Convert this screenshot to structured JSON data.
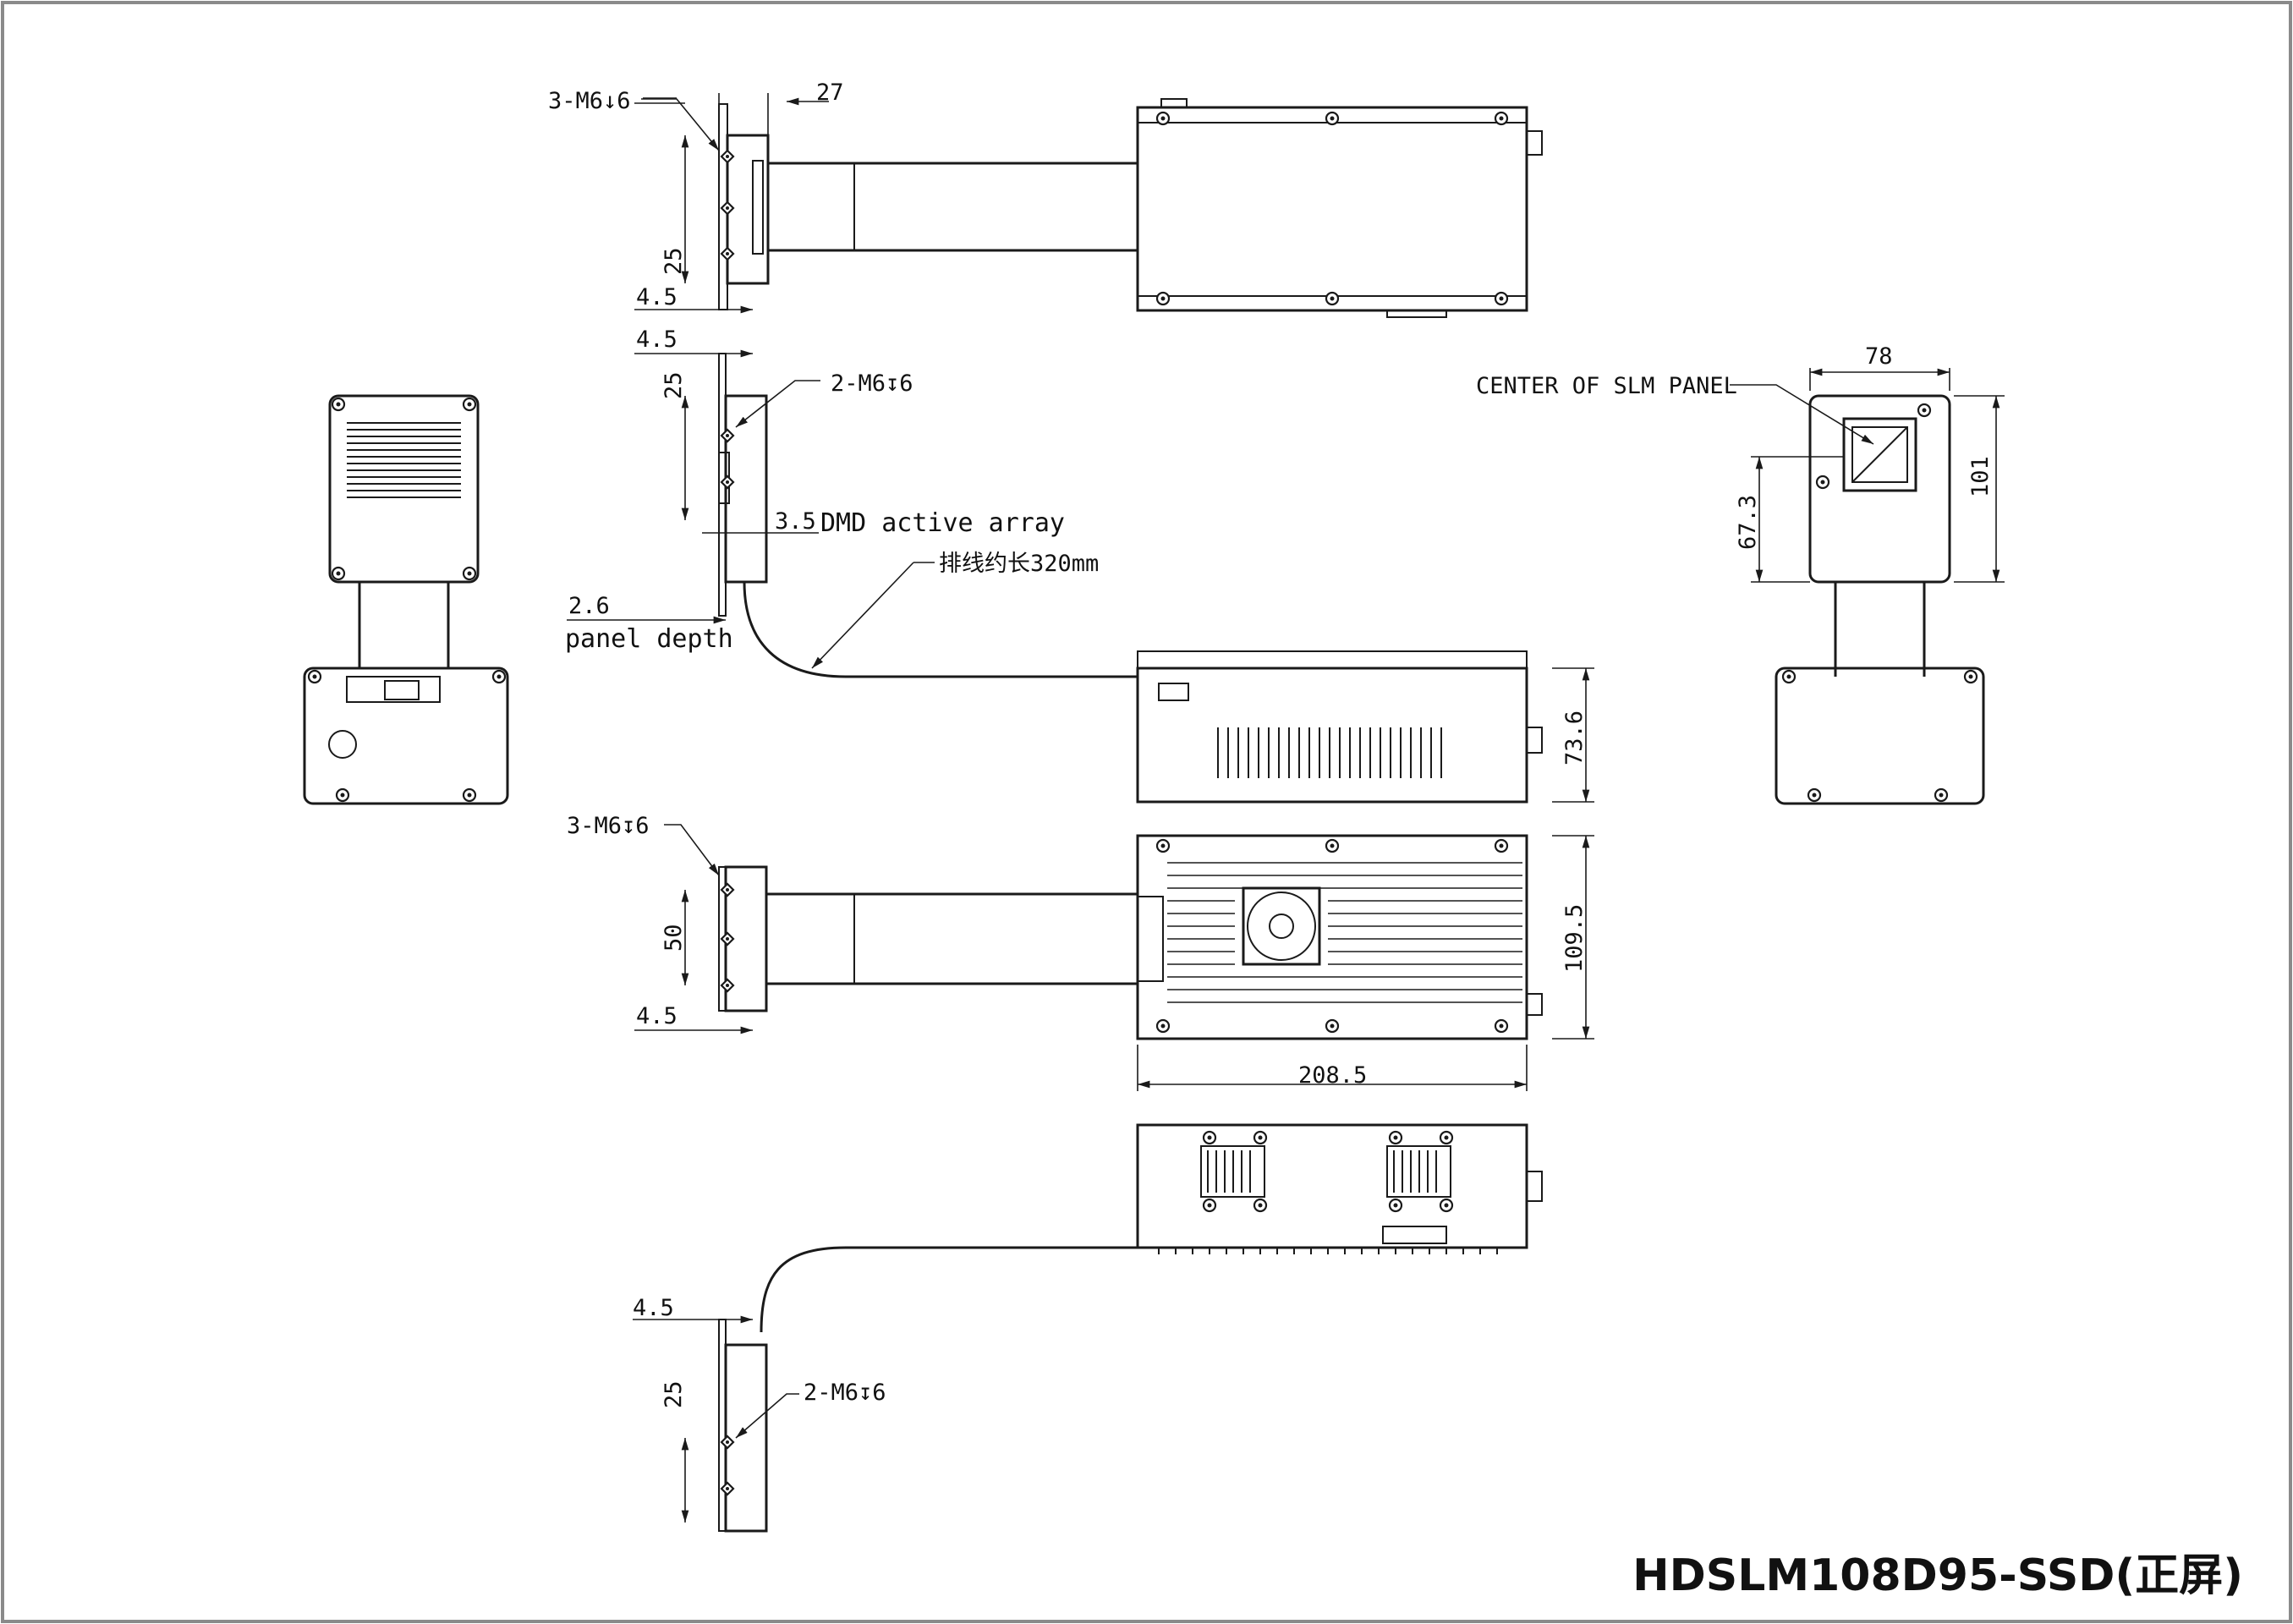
{
  "drawing": {
    "title": "HDSLM108D95-SSD(正屏)",
    "callouts": {
      "top_view_holes": "3-M6↓6",
      "side_view_holes": "2-M6↧6",
      "bottom_view_holes": "3-M6↧6",
      "lower_view_holes": "2-M6↧6",
      "dmd_active_array": "DMD active array",
      "panel_depth": "panel depth",
      "cable_length": "排线约长320mm",
      "center_of_slm_panel": "CENTER OF SLM PANEL"
    },
    "dimensions": {
      "top_width": "27",
      "top_height": "25",
      "top_offset": "4.5",
      "side_offset": "4.5",
      "side_height": "25",
      "side_dmd_offset": "3.5",
      "side_panel_depth": "2.6",
      "right_width": "78",
      "right_height": "101",
      "right_center_height": "67.3",
      "body_height": "73.6",
      "bottom_height": "109.5",
      "bottom_bracket": "50",
      "bottom_offset": "4.5",
      "bottom_length": "208.5",
      "lower_offset": "4.5",
      "lower_height": "25"
    }
  }
}
